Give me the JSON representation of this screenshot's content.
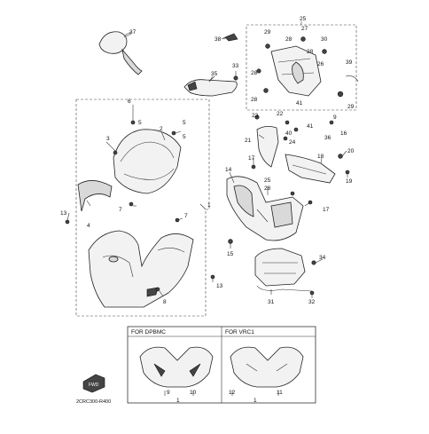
{
  "diagram": {
    "catalog_code": "2CRC300-R400",
    "front_label": "FWD",
    "variant_box": {
      "left_title": "FOR DPBMC",
      "right_title": "FOR VRC1"
    },
    "callouts": {
      "c1": "1",
      "c2": "2",
      "c3": "3",
      "c4": "4",
      "c5": "5",
      "c6": "6",
      "c7": "7",
      "c8": "8",
      "c9": "9",
      "c10": "10",
      "c11": "11",
      "c12": "12",
      "c13": "13",
      "c14": "14",
      "c15": "15",
      "c16": "16",
      "c17": "17",
      "c18": "18",
      "c19": "19",
      "c20": "20",
      "c21": "21",
      "c22": "22",
      "c23": "23",
      "c24": "24",
      "c25": "25",
      "c26": "26",
      "c27": "27",
      "c28": "28",
      "c29": "29",
      "c30": "30",
      "c31": "31",
      "c32": "32",
      "c33": "33",
      "c34": "34",
      "c35": "35",
      "c36": "36",
      "c37": "37",
      "c38": "38",
      "c39": "39",
      "c40": "40",
      "c41": "41"
    }
  }
}
